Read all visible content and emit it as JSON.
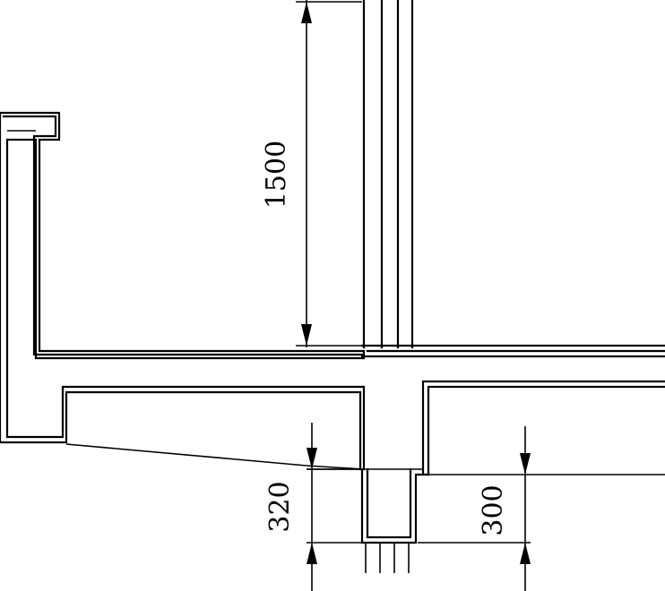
{
  "dimensions": {
    "height_upper": "1500",
    "depth_left": "320",
    "depth_right": "300"
  }
}
